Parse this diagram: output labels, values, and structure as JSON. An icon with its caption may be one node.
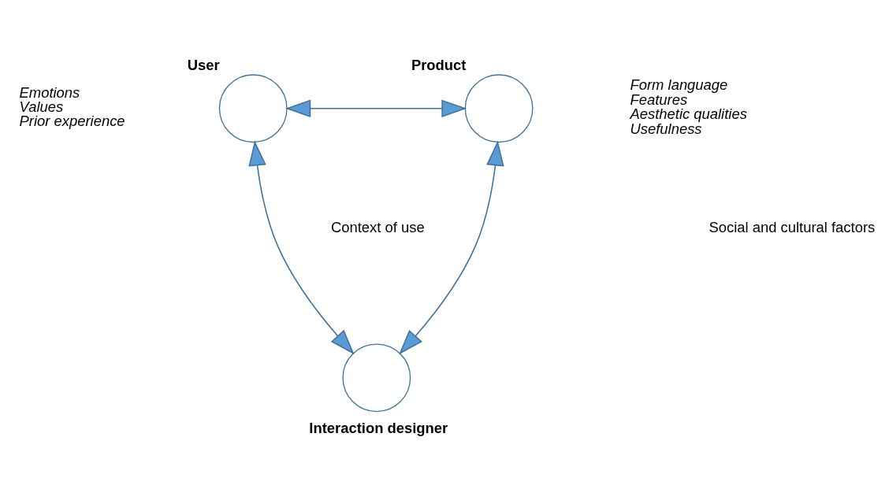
{
  "diagram": {
    "nodes": [
      {
        "text": [
          "User"
        ],
        "beside": [
          "Emotions",
          "Values",
          "Prior experience"
        ]
      },
      {
        "text": [
          "Product"
        ],
        "beside": [
          "Form language",
          "Features",
          "Aesthetic qualities",
          "Usefulness"
        ]
      },
      {
        "text": [
          "Interaction designer"
        ]
      }
    ],
    "edges": [
      {
        "from": 0,
        "to": 1,
        "arrow": "both"
      },
      {
        "from": 0,
        "to": 2,
        "arrow": "both"
      },
      {
        "from": 1,
        "to": 2,
        "arrow": "both"
      }
    ],
    "labels": [
      "Context of use",
      "Social and cultural factors"
    ]
  }
}
